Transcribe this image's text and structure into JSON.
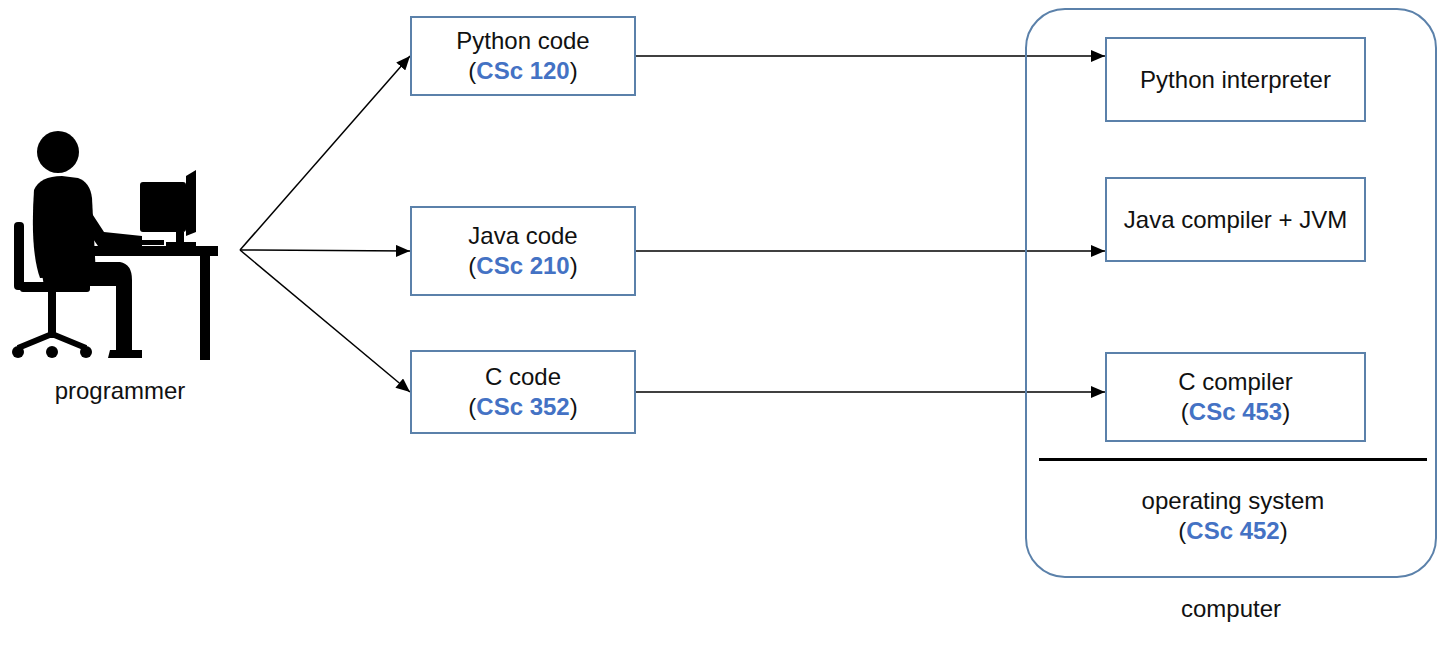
{
  "diagram": {
    "nodes": [
      {
        "text": [
          "programmer"
        ]
      },
      {
        "text": [
          "Python code",
          "(CSc 120)"
        ]
      },
      {
        "text": [
          "Java code",
          "(CSc 210)"
        ]
      },
      {
        "text": [
          "C code",
          "(CSc 352)"
        ]
      },
      {
        "text": [
          "computer"
        ]
      },
      {
        "text": [
          "Python interpreter"
        ],
        "in": 4
      },
      {
        "text": [
          "Java compiler + JVM"
        ],
        "in": 4
      },
      {
        "text": [
          "C compiler",
          "(CSc 453)"
        ],
        "in": 4
      },
      {
        "text": [
          "operating system",
          "(CSc 452)"
        ],
        "in": 4
      }
    ],
    "edges": [
      {
        "from": 0,
        "to": 1,
        "arrow": "to"
      },
      {
        "from": 0,
        "to": 2,
        "arrow": "to"
      },
      {
        "from": 0,
        "to": 3,
        "arrow": "to"
      },
      {
        "from": 1,
        "to": 5,
        "arrow": "to"
      },
      {
        "from": 2,
        "to": 6,
        "arrow": "to"
      },
      {
        "from": 3,
        "to": 7,
        "arrow": "to"
      }
    ]
  }
}
